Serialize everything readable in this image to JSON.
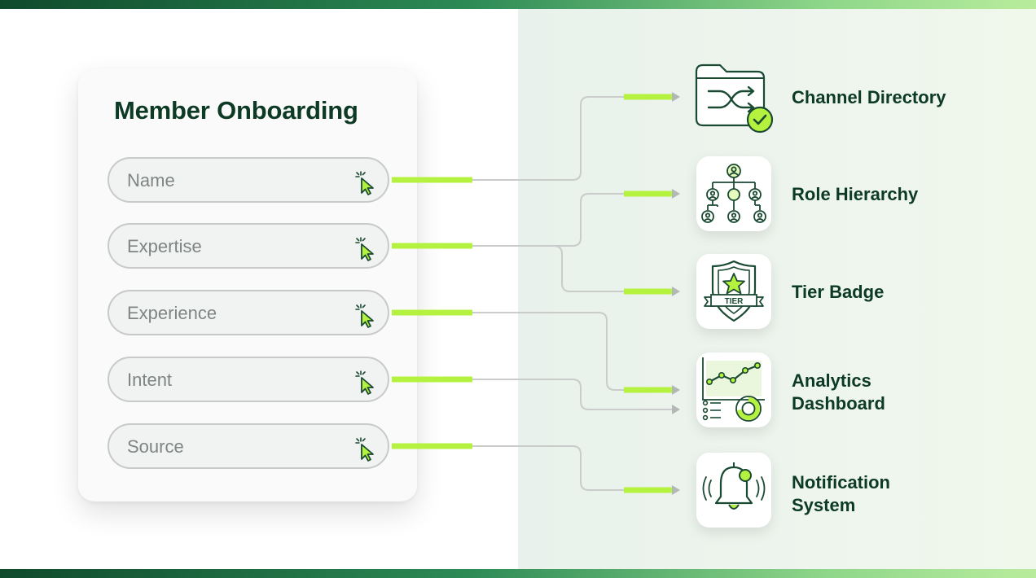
{
  "form": {
    "title": "Member Onboarding",
    "fields": [
      "Name",
      "Expertise",
      "Experience",
      "Intent",
      "Source"
    ]
  },
  "outputs": {
    "channel_directory": [
      "Channel Directory"
    ],
    "role_hierarchy": [
      "Role Hierarchy"
    ],
    "tier_badge": {
      "lines": [
        "Tier Badge"
      ],
      "badge_text": "TIER"
    },
    "analytics_dashboard": [
      "Analytics",
      "Dashboard"
    ],
    "notification_system": [
      "Notification",
      "System"
    ]
  },
  "colors": {
    "accent": "#b5f23f",
    "dark_green": "#0d3a24",
    "icon_stroke": "#1b4a33",
    "connector_gray": "#c9cccb"
  },
  "icons": [
    "click-cursor-icon",
    "shuffle-folder-icon",
    "checkmark-badge-icon",
    "org-chart-icon",
    "shield-star-icon",
    "line-chart-icon",
    "donut-chart-icon",
    "bell-icon"
  ]
}
